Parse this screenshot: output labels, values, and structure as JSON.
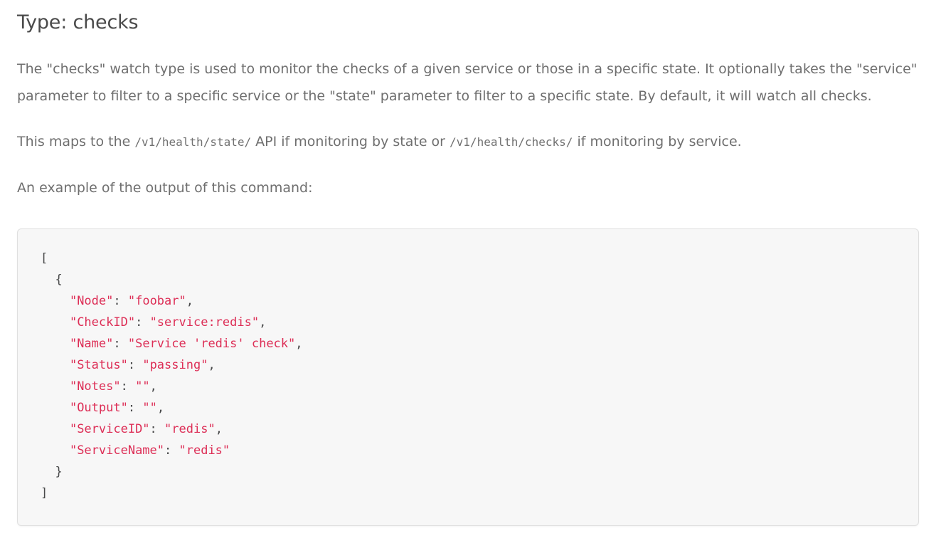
{
  "heading": "Type: checks",
  "paragraphs": {
    "intro": "The \"checks\" watch type is used to monitor the checks of a given service or those in a specific state. It optionally takes the \"service\" parameter to filter to a specific service or the \"state\" parameter to filter to a specific state. By default, it will watch all checks.",
    "maps_to_prefix": "This maps to the ",
    "api_state": "/v1/health/state/",
    "maps_to_middle": " API if monitoring by state or ",
    "api_checks": "/v1/health/checks/",
    "maps_to_suffix": " if monitoring by service.",
    "example_intro": "An example of the output of this command:"
  },
  "code_block": {
    "language": "json",
    "lines": [
      {
        "indent": 0,
        "tokens": [
          {
            "t": "punct",
            "v": "["
          }
        ]
      },
      {
        "indent": 1,
        "tokens": [
          {
            "t": "punct",
            "v": "{"
          }
        ]
      },
      {
        "indent": 2,
        "tokens": [
          {
            "t": "str",
            "v": "\"Node\""
          },
          {
            "t": "punct",
            "v": ": "
          },
          {
            "t": "str",
            "v": "\"foobar\""
          },
          {
            "t": "punct",
            "v": ","
          }
        ]
      },
      {
        "indent": 2,
        "tokens": [
          {
            "t": "str",
            "v": "\"CheckID\""
          },
          {
            "t": "punct",
            "v": ": "
          },
          {
            "t": "str",
            "v": "\"service:redis\""
          },
          {
            "t": "punct",
            "v": ","
          }
        ]
      },
      {
        "indent": 2,
        "tokens": [
          {
            "t": "str",
            "v": "\"Name\""
          },
          {
            "t": "punct",
            "v": ": "
          },
          {
            "t": "str",
            "v": "\"Service 'redis' check\""
          },
          {
            "t": "punct",
            "v": ","
          }
        ]
      },
      {
        "indent": 2,
        "tokens": [
          {
            "t": "str",
            "v": "\"Status\""
          },
          {
            "t": "punct",
            "v": ": "
          },
          {
            "t": "str",
            "v": "\"passing\""
          },
          {
            "t": "punct",
            "v": ","
          }
        ]
      },
      {
        "indent": 2,
        "tokens": [
          {
            "t": "str",
            "v": "\"Notes\""
          },
          {
            "t": "punct",
            "v": ": "
          },
          {
            "t": "str",
            "v": "\"\""
          },
          {
            "t": "punct",
            "v": ","
          }
        ]
      },
      {
        "indent": 2,
        "tokens": [
          {
            "t": "str",
            "v": "\"Output\""
          },
          {
            "t": "punct",
            "v": ": "
          },
          {
            "t": "str",
            "v": "\"\""
          },
          {
            "t": "punct",
            "v": ","
          }
        ]
      },
      {
        "indent": 2,
        "tokens": [
          {
            "t": "str",
            "v": "\"ServiceID\""
          },
          {
            "t": "punct",
            "v": ": "
          },
          {
            "t": "str",
            "v": "\"redis\""
          },
          {
            "t": "punct",
            "v": ","
          }
        ]
      },
      {
        "indent": 2,
        "tokens": [
          {
            "t": "str",
            "v": "\"ServiceName\""
          },
          {
            "t": "punct",
            "v": ": "
          },
          {
            "t": "str",
            "v": "\"redis\""
          }
        ]
      },
      {
        "indent": 1,
        "tokens": [
          {
            "t": "punct",
            "v": "}"
          }
        ]
      },
      {
        "indent": 0,
        "tokens": [
          {
            "t": "punct",
            "v": "]"
          }
        ]
      }
    ]
  },
  "colors": {
    "heading": "#4a4a4a",
    "body_text": "#6f6f6f",
    "code_string": "#dd2e56",
    "code_punct": "#48494a",
    "code_bg": "#f7f7f7",
    "code_border": "#e0e0e0",
    "page_bg": "#ffffff"
  }
}
